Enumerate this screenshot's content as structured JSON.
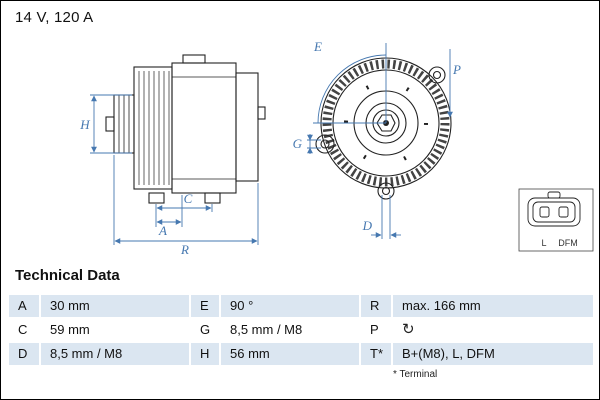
{
  "header": {
    "rating": "14 V, 120 A"
  },
  "drawing": {
    "side_view": {
      "dims": {
        "h": "H",
        "a": "A",
        "c": "C",
        "r": "R"
      }
    },
    "front_view": {
      "dims": {
        "e": "E",
        "g": "G",
        "p": "P",
        "d": "D"
      }
    },
    "connector": {
      "pin_labels": {
        "l": "L",
        "dfm": "DFM"
      }
    },
    "colors": {
      "dimension_blue": "#4678b0",
      "line_dark": "#222222",
      "row_shade": "#dbe6f1"
    }
  },
  "technical_data": {
    "title": "Technical Data",
    "footnote": "* Terminal",
    "rotation_icon": "↻",
    "rows": [
      {
        "c1": {
          "label": "A",
          "value": "30 mm"
        },
        "c2": {
          "label": "E",
          "value": "90 °"
        },
        "c3": {
          "label": "R",
          "value": "max. 166 mm"
        }
      },
      {
        "c1": {
          "label": "C",
          "value": "59 mm"
        },
        "c2": {
          "label": "G",
          "value": "8,5 mm / M8"
        },
        "c3": {
          "label": "P",
          "value": ""
        }
      },
      {
        "c1": {
          "label": "D",
          "value": "8,5 mm / M8"
        },
        "c2": {
          "label": "H",
          "value": "56 mm"
        },
        "c3": {
          "label": "T*",
          "value": "B+(M8), L, DFM"
        }
      }
    ]
  }
}
